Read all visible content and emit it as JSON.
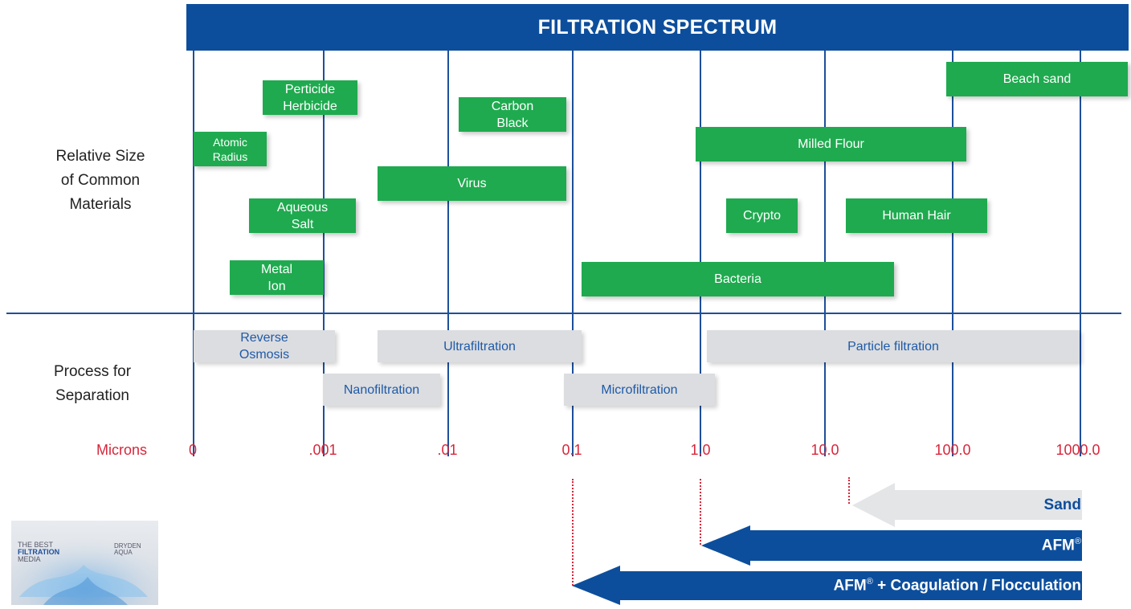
{
  "title": "FILTRATION SPECTRUM",
  "row_labels": {
    "materials": [
      "Relative Size",
      "of Common",
      "Materials"
    ],
    "process": [
      "Process for",
      "Separation"
    ]
  },
  "materials": [
    {
      "label": [
        "Perticide",
        "Herbicide"
      ]
    },
    {
      "label": [
        "Carbon",
        "Black"
      ]
    },
    {
      "label": [
        "Beach sand"
      ]
    },
    {
      "label": [
        "Atomic",
        "Radius"
      ]
    },
    {
      "label": [
        "Milled Flour"
      ]
    },
    {
      "label": [
        "Virus"
      ]
    },
    {
      "label": [
        "Aqueous",
        "Salt"
      ]
    },
    {
      "label": [
        "Crypto"
      ]
    },
    {
      "label": [
        "Human Hair"
      ]
    },
    {
      "label": [
        "Metal",
        "Ion"
      ]
    },
    {
      "label": [
        "Bacteria"
      ]
    }
  ],
  "processes": [
    {
      "label": [
        "Reverse",
        "Osmosis"
      ]
    },
    {
      "label": [
        "Ultrafiltration"
      ]
    },
    {
      "label": [
        "Particle filtration"
      ]
    },
    {
      "label": [
        "Nanofiltration"
      ]
    },
    {
      "label": [
        "Microfiltration"
      ]
    }
  ],
  "microns": {
    "label": "Microns",
    "ticks": [
      "0",
      ".001",
      ".01",
      "0.1",
      "1.0",
      "10.0",
      "100.0",
      "1000.0"
    ]
  },
  "arrows": [
    {
      "label": "Sand",
      "color": "#e4e5e7",
      "text_color": "#0d4e9c"
    },
    {
      "label": "AFM",
      "mark": "®",
      "color": "#0d4e9c",
      "text_color": "#ffffff"
    },
    {
      "label": "AFM",
      "mark": "®",
      "suffix": " + Coagulation / Flocculation",
      "color": "#0d4e9c",
      "text_color": "#ffffff"
    }
  ],
  "colors": {
    "title_bar": "#0d4e9c",
    "grid": "#1e4f9a",
    "material": "#1faa4f",
    "process": "#dcdde0",
    "process_text": "#1e5aa8",
    "microns": "#d8263a"
  },
  "product_image": {
    "lines": [
      "THE BEST",
      "FILTRATION",
      "MEDIA"
    ],
    "brand": [
      "DRYDEN",
      "AQUA"
    ]
  }
}
